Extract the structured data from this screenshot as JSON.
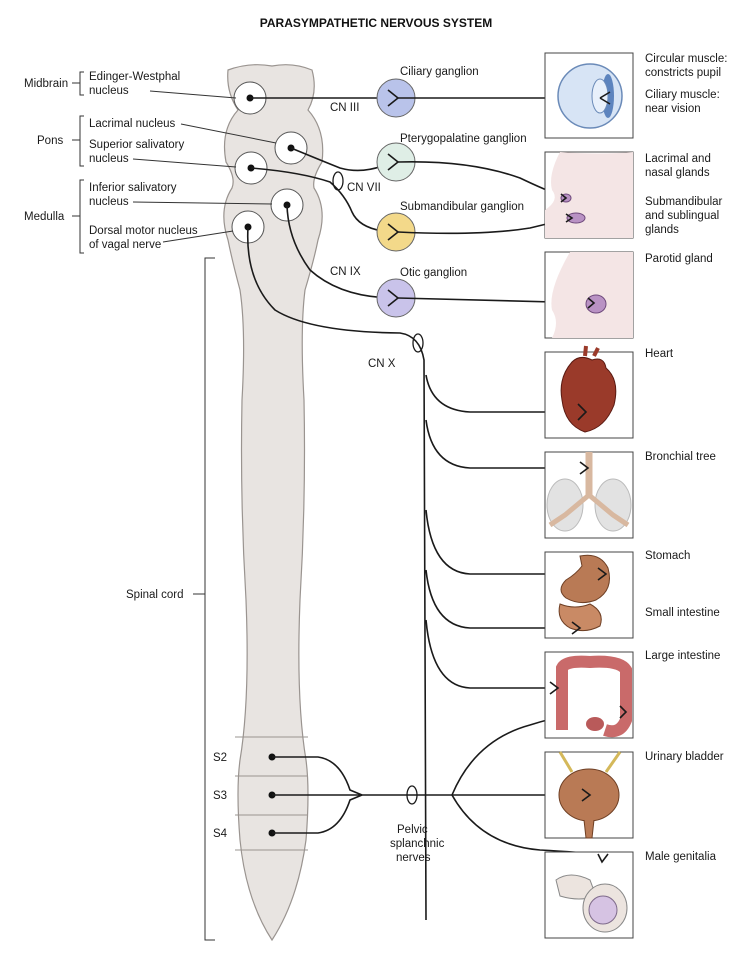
{
  "title": "PARASYMPATHETIC NERVOUS SYSTEM",
  "brain_regions": {
    "midbrain": "Midbrain",
    "pons": "Pons",
    "medulla": "Medulla"
  },
  "nuclei": {
    "edinger_1": "Edinger-Westphal",
    "edinger_2": "nucleus",
    "lacrimal": "Lacrimal nucleus",
    "sup_salivatory_1": "Superior salivatory",
    "sup_salivatory_2": "nucleus",
    "inf_salivatory_1": "Inferior salivatory",
    "inf_salivatory_2": "nucleus",
    "dorsal_vagal_1": "Dorsal motor nucleus",
    "dorsal_vagal_2": "of vagal nerve"
  },
  "spinal": {
    "cord_label": "Spinal cord",
    "s2": "S2",
    "s3": "S3",
    "s4": "S4"
  },
  "cranial_nerves": {
    "cn3": "CN III",
    "cn7": "CN VII",
    "cn9": "CN IX",
    "cn10": "CN X"
  },
  "ganglia": {
    "ciliary": "Ciliary ganglion",
    "pterygopalatine": "Pterygopalatine ganglion",
    "submandibular": "Submandibular ganglion",
    "otic": "Otic ganglion"
  },
  "pelvic": {
    "line1": "Pelvic",
    "line2": "splanchnic",
    "line3": "nerves"
  },
  "targets": {
    "eye_1a": "Circular muscle:",
    "eye_1b": "constricts pupil",
    "eye_2a": "Ciliary muscle:",
    "eye_2b": "near vision",
    "lacrimal_a": "Lacrimal and",
    "lacrimal_b": "nasal glands",
    "submand_a": "Submandibular",
    "submand_b": "and sublingual",
    "submand_c": "glands",
    "parotid": "Parotid gland",
    "heart": "Heart",
    "bronchial": "Bronchial tree",
    "stomach": "Stomach",
    "small_int": "Small intestine",
    "large_int": "Large intestine",
    "bladder": "Urinary bladder",
    "genitalia": "Male genitalia"
  },
  "colors": {
    "cord": "#e8e4e1",
    "cord_stroke": "#9a9490",
    "ciliary": "#b9c3ea",
    "pterygopalatine": "#dfeee6",
    "submandibular": "#f3d98a",
    "otic": "#c9c3ea",
    "organ_red": "#9a3a2a",
    "organ_brown": "#b97a55",
    "gland_purple": "#b992c4"
  }
}
